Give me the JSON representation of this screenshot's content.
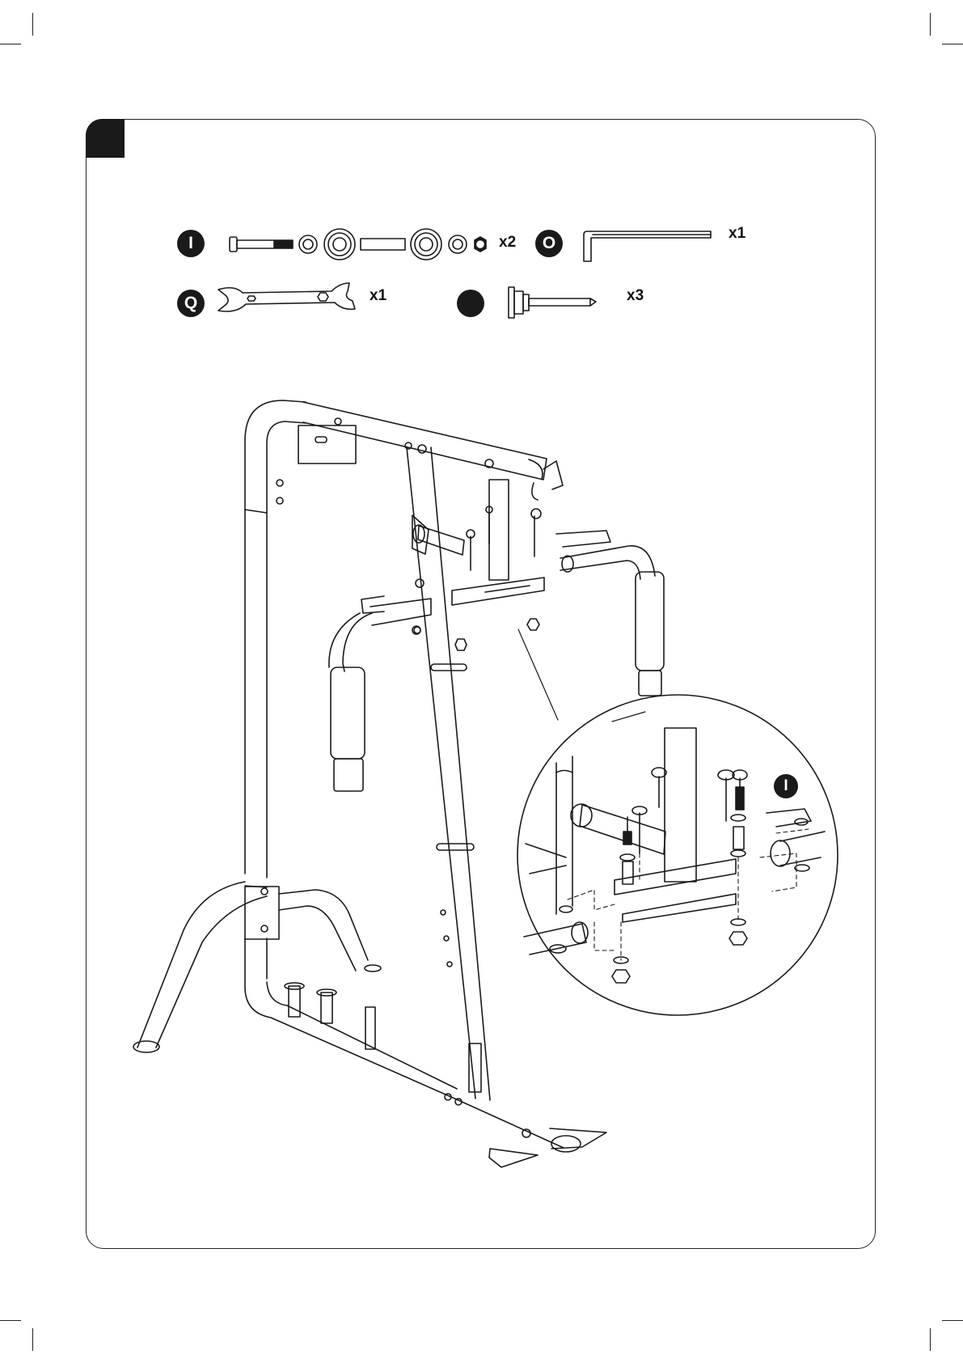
{
  "parts": [
    {
      "id": "part-i",
      "letter": "I",
      "quantity": "x2",
      "icon": "bolt-washer-bushing-set-icon"
    },
    {
      "id": "part-o",
      "letter": "O",
      "quantity": "x1",
      "icon": "allen-key-icon"
    },
    {
      "id": "part-q",
      "letter": "Q",
      "quantity": "x1",
      "icon": "wrench-icon"
    },
    {
      "id": "part-unlabeled",
      "letter": "",
      "quantity": "x3",
      "icon": "pull-pin-icon"
    }
  ],
  "detail_callout": {
    "letter": "I"
  },
  "colors": {
    "ink": "#1a1a1a",
    "paper": "#ffffff"
  }
}
